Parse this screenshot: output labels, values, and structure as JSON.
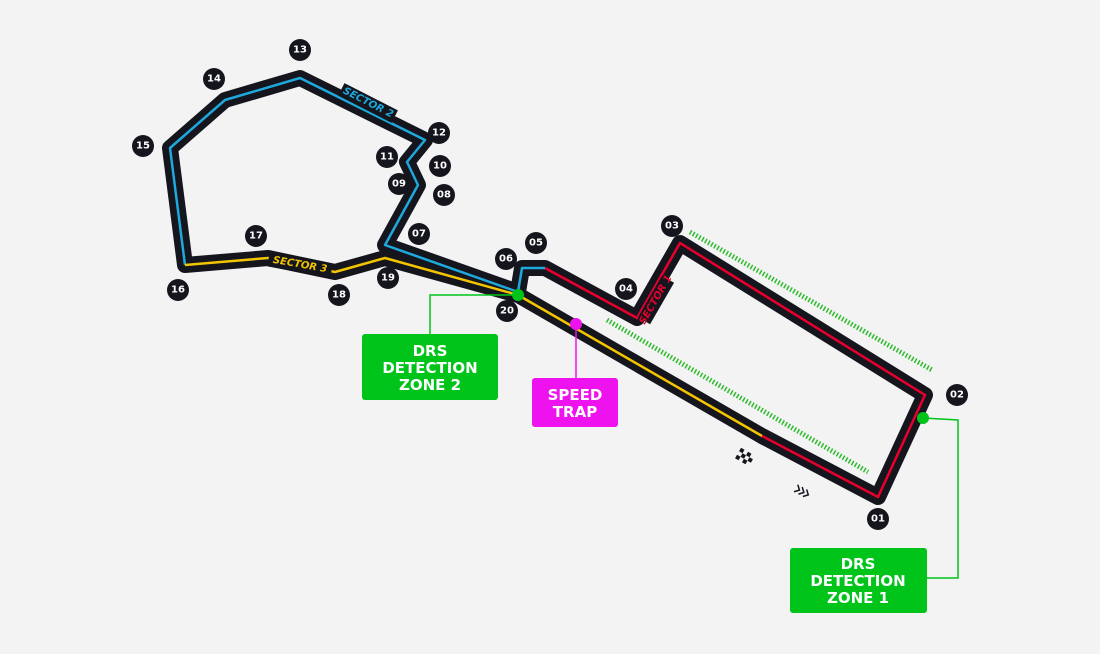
{
  "colors": {
    "track": "#15151e",
    "sector1": "#e8002d",
    "sector2": "#1fa8dc",
    "sector3": "#f2c500",
    "drs": "#00c41a",
    "speed_trap": "#ee12ee",
    "background": "#f3f3f3"
  },
  "sectors": [
    "SECTOR 1",
    "SECTOR 2",
    "SECTOR 3"
  ],
  "turns": [
    "01",
    "02",
    "03",
    "04",
    "05",
    "06",
    "07",
    "08",
    "09",
    "10",
    "11",
    "12",
    "13",
    "14",
    "15",
    "16",
    "17",
    "18",
    "19",
    "20"
  ],
  "labels": {
    "drs2": [
      "DRS",
      "DETECTION",
      "ZONE 2"
    ],
    "drs1": [
      "DRS",
      "DETECTION",
      "ZONE 1"
    ],
    "speed_trap": [
      "SPEED",
      "TRAP"
    ]
  },
  "icons": {
    "finish": "checkered-flag-icon",
    "direction": "direction-chevrons-icon"
  }
}
